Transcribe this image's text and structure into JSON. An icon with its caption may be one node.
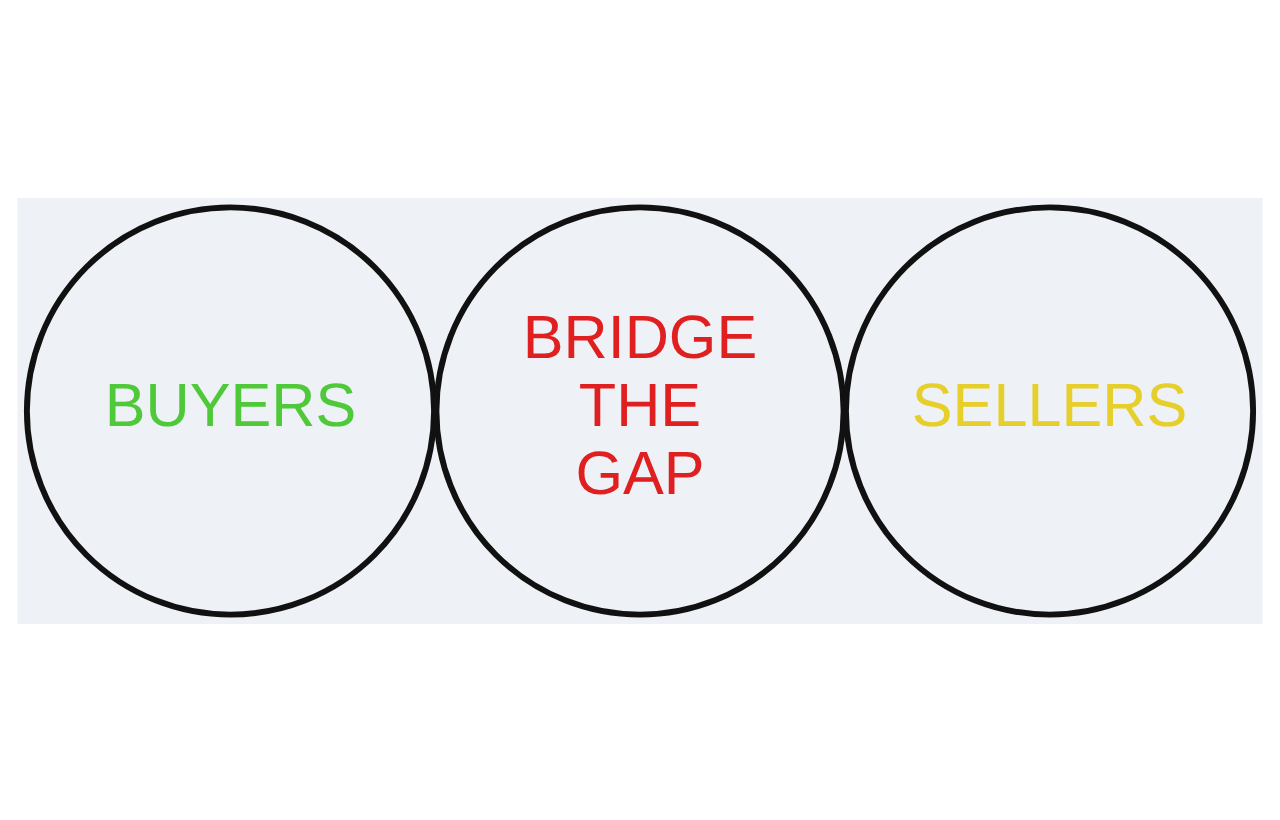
{
  "diagram": {
    "nodes": [
      {
        "text": [
          "BUYERS"
        ]
      },
      {
        "text": [
          "BRIDGE THE GAP"
        ]
      },
      {
        "text": [
          "SELLERS"
        ]
      }
    ]
  }
}
